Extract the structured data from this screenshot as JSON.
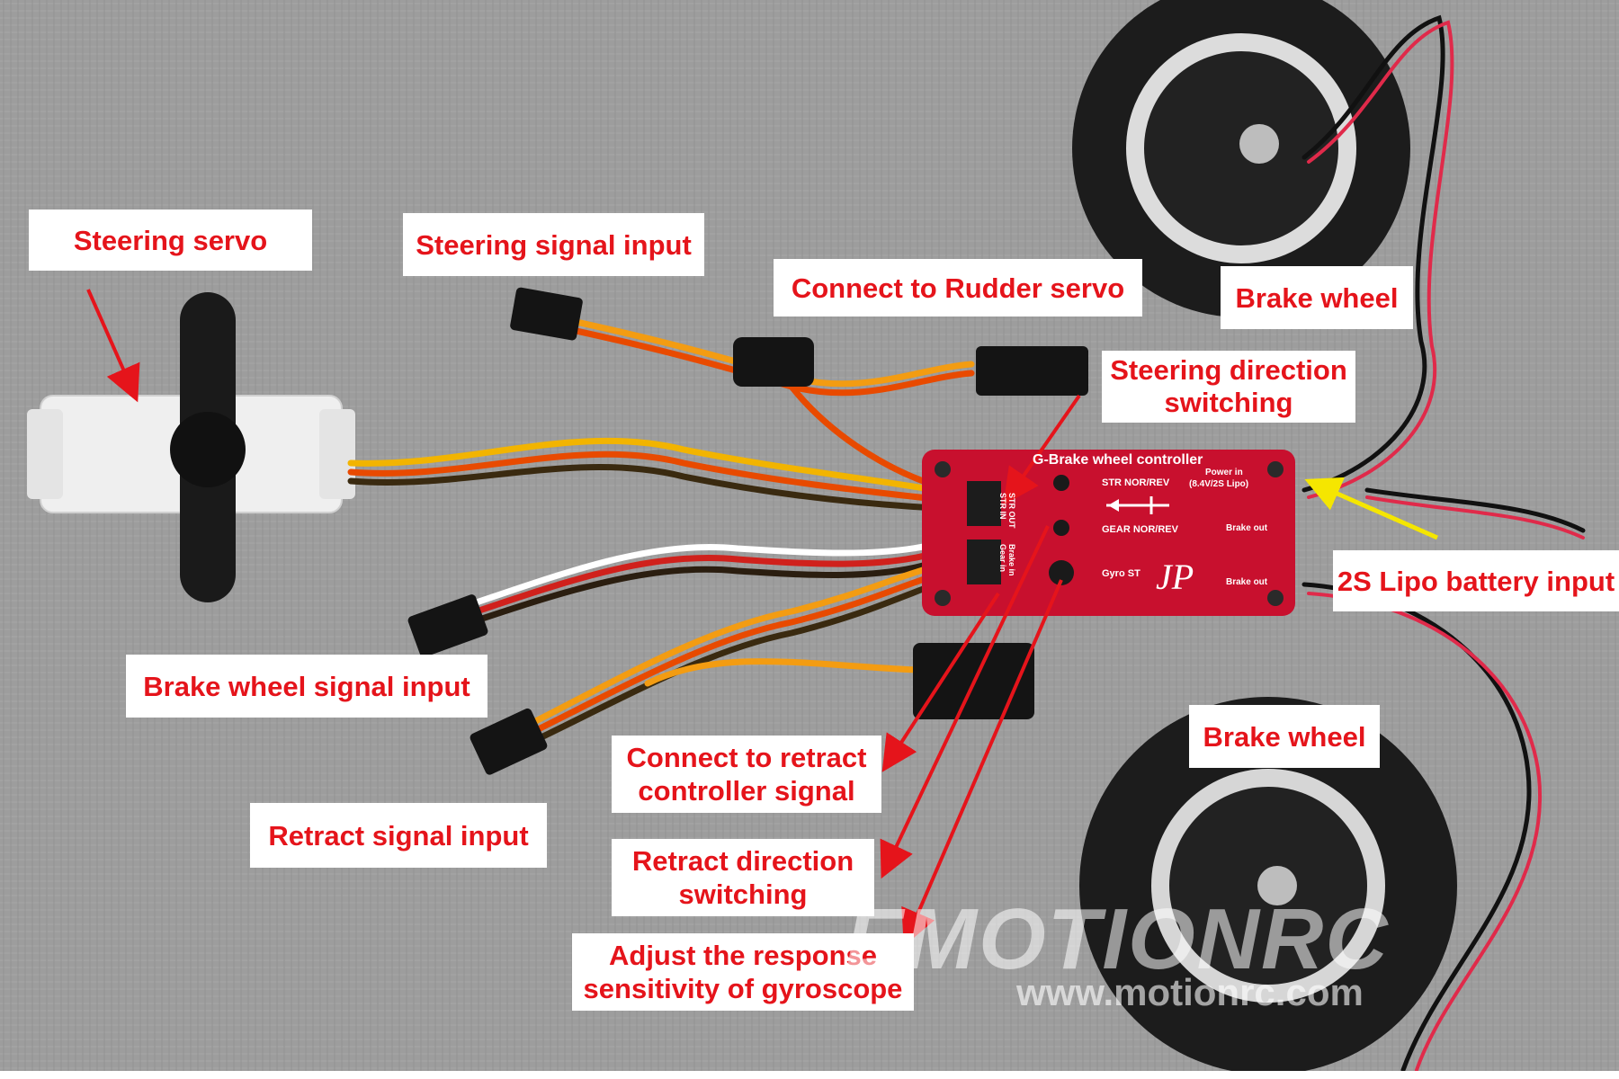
{
  "labels": {
    "steering_servo": "Steering servo",
    "steering_signal_input": "Steering signal input",
    "connect_rudder_servo": "Connect to Rudder servo",
    "brake_wheel_top": "Brake wheel",
    "steering_direction_1": "Steering direction",
    "steering_direction_2": "switching",
    "battery_input": "2S Lipo battery input",
    "brake_wheel_signal_input": "Brake wheel signal input",
    "connect_retract_1": "Connect to retract",
    "connect_retract_2": "controller signal",
    "brake_wheel_bottom": "Brake wheel",
    "retract_signal_input": "Retract signal input",
    "retract_direction_1": "Retract direction",
    "retract_direction_2": "switching",
    "gyro_adjust_1": "Adjust the response",
    "gyro_adjust_2": "sensitivity of gyroscope"
  },
  "board": {
    "title": "G-Brake wheel controller",
    "str_norrev": "STR NOR/REV",
    "gear_norrev": "GEAR NOR/REV",
    "gyro_st": "Gyro ST",
    "power_in_1": "Power in",
    "power_in_2": "(8.4V/2S Lipo)",
    "brake_out_1": "Brake out",
    "brake_out_2": "Brake out",
    "logo": "JP",
    "str_in": "STR IN",
    "str_out": "STR OUT",
    "gear_in": "Gear in",
    "brake_in": "Brake in"
  },
  "watermark": {
    "brand": "EMOTIONRC",
    "url": "www.motionrc.com"
  },
  "colors": {
    "label_text": "#e5141b",
    "arrow_red": "#e5141b",
    "arrow_yellow": "#f5e600",
    "board_red": "#c8102e"
  }
}
